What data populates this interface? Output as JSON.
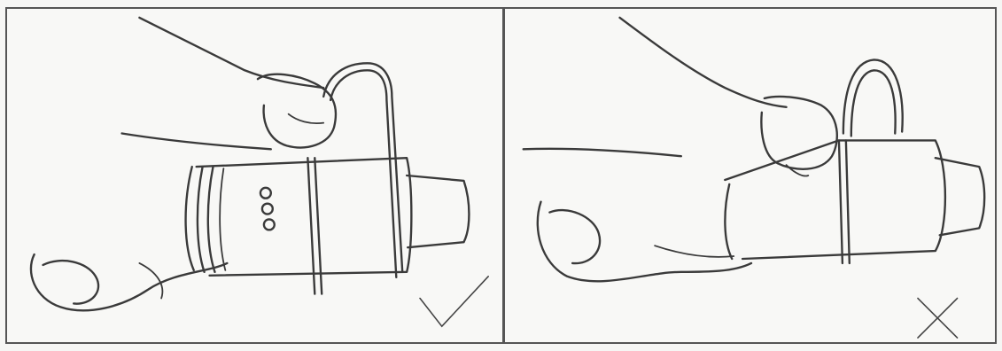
{
  "figure": {
    "panels": [
      {
        "id": "correct",
        "result_mark": "check-mark"
      },
      {
        "id": "incorrect",
        "result_mark": "x-mark"
      }
    ],
    "colors": {
      "line": "#3a3a3a",
      "border": "#555555",
      "paper": "#f8f8f6"
    }
  }
}
